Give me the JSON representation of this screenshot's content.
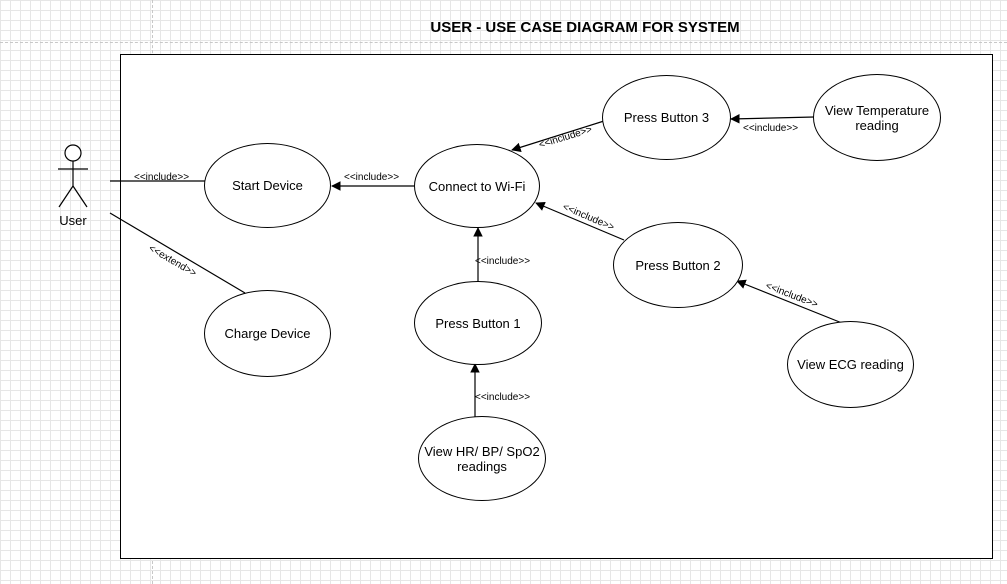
{
  "diagram": {
    "title": "USER - USE CASE DIAGRAM FOR SYSTEM",
    "actor": {
      "label": "User"
    },
    "use_cases": {
      "start_device": "Start Device",
      "charge_device": "Charge Device",
      "connect_wifi": "Connect to Wi-Fi",
      "press_button_1": "Press Button 1",
      "press_button_2": "Press Button 2",
      "press_button_3": "Press Button 3",
      "view_hr_bp_spo2": "View HR/ BP/ SpO2 readings",
      "view_ecg": "View ECG reading",
      "view_temperature": "View Temperature reading"
    },
    "relations": {
      "include": "<<include>>",
      "extend": "<<extend>>"
    }
  }
}
